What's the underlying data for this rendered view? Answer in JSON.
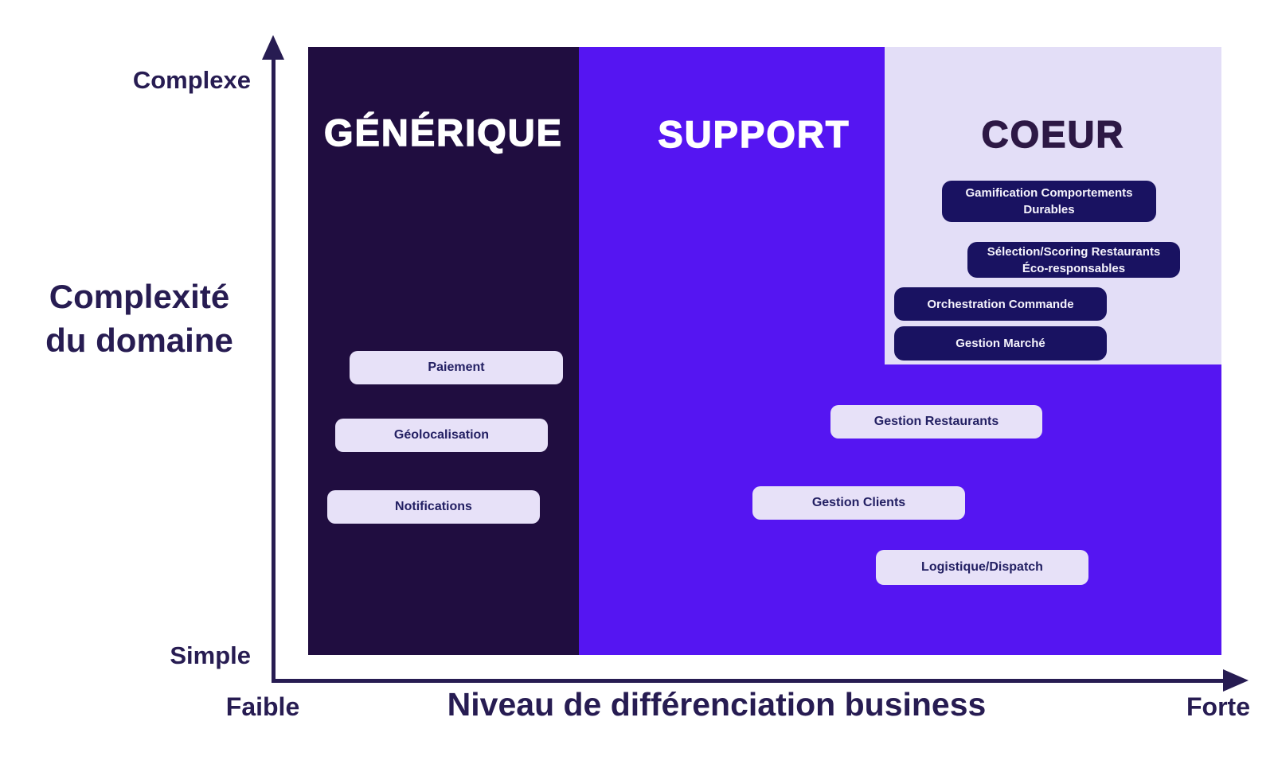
{
  "axes": {
    "y": {
      "top": "Complexe",
      "bottom": "Simple",
      "title": [
        "Complexité",
        "du domaine"
      ]
    },
    "x": {
      "left": "Faible",
      "right": "Forte",
      "title": "Niveau de différenciation business"
    }
  },
  "zones": {
    "generique": {
      "title": "GÉNÉRIQUE",
      "boxes": {
        "paiement": {
          "label": "Paiement"
        },
        "geolocalisation": {
          "label": "Géolocalisation"
        },
        "notifications": {
          "label": "Notifications"
        }
      }
    },
    "support": {
      "title": "SUPPORT",
      "boxes": {
        "gestion_restaurants": {
          "label": "Gestion Restaurants"
        },
        "gestion_clients": {
          "label": "Gestion Clients"
        },
        "logistique_dispatch": {
          "label": "Logistique/Dispatch"
        }
      }
    },
    "coeur": {
      "title": "COEUR",
      "boxes": {
        "gamification": {
          "line1": "Gamification Comportements",
          "line2": "Durables"
        },
        "selection_scoring": {
          "line1": "Sélection/Scoring Restaurants",
          "line2": "Éco-responsables"
        },
        "orchestration": {
          "label": "Orchestration Commande"
        },
        "gestion_marche": {
          "label": "Gestion Marché"
        }
      }
    }
  },
  "colors": {
    "generique_bg": "#200d40",
    "support_bg": "#5515f2",
    "coeur_bg": "#e3def7",
    "coeur_title": "#2d1845",
    "dark_box_bg": "#191261",
    "light_box_bg": "#e7e1f8",
    "light_box_text": "#232063",
    "axis_color": "#271c52"
  }
}
